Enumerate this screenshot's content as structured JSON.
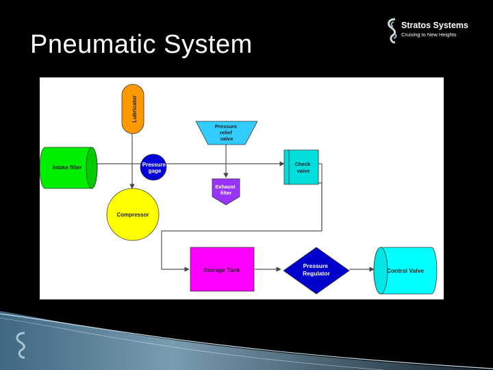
{
  "slide": {
    "title": "Pneumatic System"
  },
  "logo": {
    "name": "Stratos Systems",
    "tagline": "Cruising to New Heights",
    "icon": "s-swirl-icon"
  },
  "diagram": {
    "lubricator": "Lubricator",
    "intake_filter": "Intake filter",
    "pressure_gage": [
      "Pressure",
      "gage"
    ],
    "compressor": "Compressor",
    "pressure_relief_valve": [
      "Pressure",
      "relief",
      "valve"
    ],
    "exhaust_filter": [
      "Exhaust",
      "filter"
    ],
    "check_valve": [
      "Check",
      "valve"
    ],
    "storage_tank": "Storage Tank",
    "pressure_regulator": [
      "Pressure",
      "Regulator"
    ],
    "control_valve": "Control Valve"
  },
  "colors": {
    "background": "#000000",
    "lubricator": "#ff9900",
    "intake_filter": "#00ee00",
    "pressure_gage": "#0000dd",
    "compressor": "#ffff00",
    "pressure_relief_valve": "#33ccff",
    "exhaust_filter": "#9933ff",
    "check_valve": "#00dddd",
    "storage_tank": "#ff00ff",
    "pressure_regulator": "#0000cc",
    "control_valve": "#00ffff",
    "footer_accent": "#8fb8d0"
  }
}
